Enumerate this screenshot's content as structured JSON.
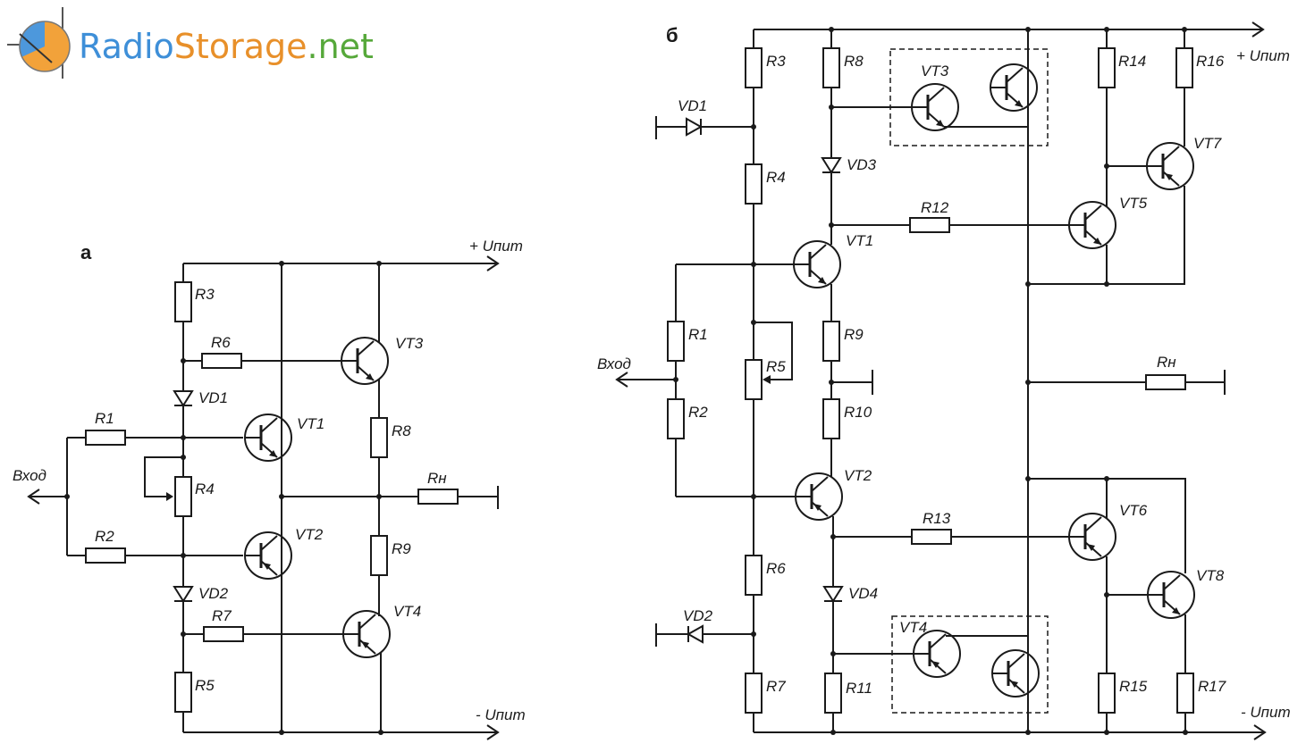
{
  "logo": {
    "part1": "Radio",
    "part2": "Storage",
    "part3": ".net"
  },
  "diagram_a": {
    "title": "а",
    "vplus": "+ Uпит",
    "vminus": "- Uпит",
    "input": "Вход",
    "labels": {
      "R1": "R1",
      "R2": "R2",
      "R3": "R3",
      "R4": "R4",
      "R5": "R5",
      "R6": "R6",
      "R7": "R7",
      "R8": "R8",
      "R9": "R9",
      "RH": "Rн",
      "VD1": "VD1",
      "VD2": "VD2",
      "VT1": "VT1",
      "VT2": "VT2",
      "VT3": "VT3",
      "VT4": "VT4"
    }
  },
  "diagram_b": {
    "title": "б",
    "vplus": "+ Uпит",
    "vminus": "- Uпит",
    "input": "Вход",
    "labels": {
      "R1": "R1",
      "R2": "R2",
      "R3": "R3",
      "R4": "R4",
      "R5": "R5",
      "R6": "R6",
      "R7": "R7",
      "R8": "R8",
      "R9": "R9",
      "R10": "R10",
      "R11": "R11",
      "R12": "R12",
      "R13": "R13",
      "R14": "R14",
      "R15": "R15",
      "R16": "R16",
      "R17": "R17",
      "RH": "Rн",
      "VD1": "VD1",
      "VD2": "VD2",
      "VD3": "VD3",
      "VD4": "VD4",
      "VT1": "VT1",
      "VT2": "VT2",
      "VT3": "VT3",
      "VT4": "VT4",
      "VT5": "VT5",
      "VT6": "VT6",
      "VT7": "VT7",
      "VT8": "VT8"
    }
  }
}
